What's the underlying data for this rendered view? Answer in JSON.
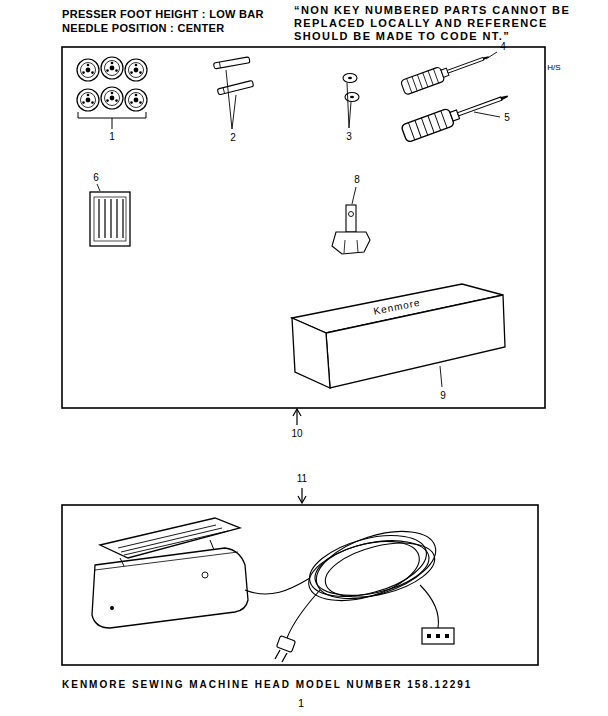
{
  "diagram": {
    "caption": "KENMORE SEWING MACHINE HEAD MODEL NUMBER 158.12291",
    "labels": [
      "PRESSER FOOT HEIGHT : LOW BAR",
      "NEEDLE POSITION : CENTER",
      "“NON KEY NUMBERED PARTS CANNOT BE REPLACED LOCALLY AND REFERENCE SHOULD BE MADE TO CODE NT.”",
      "H/S",
      "1",
      "2",
      "3",
      "4",
      "5",
      "6",
      "8",
      "Kenmore",
      "9",
      "10",
      "11",
      "1"
    ]
  }
}
